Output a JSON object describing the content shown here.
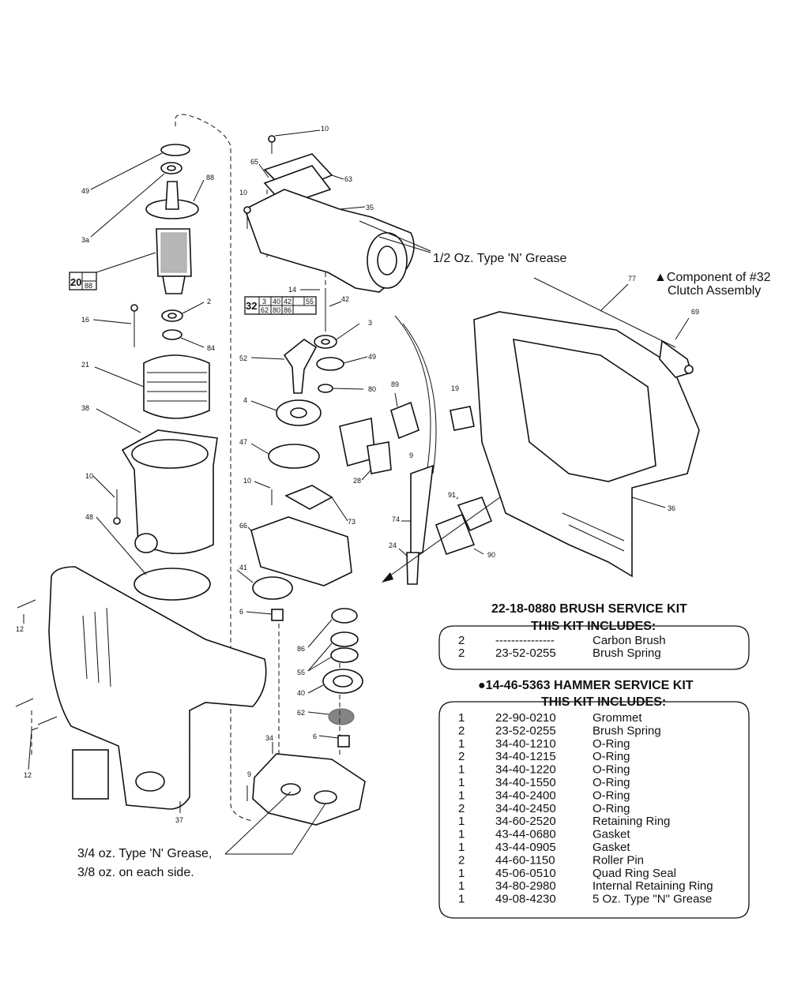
{
  "callouts": {
    "c10a": "10",
    "c63": "63",
    "c65": "65",
    "c35": "35",
    "c10b": "10",
    "c14": "14",
    "c42": "42",
    "c3": "3",
    "c49b": "49",
    "c80": "80",
    "c52": "52",
    "c4": "4",
    "c89": "89",
    "c9": "9",
    "c19": "19",
    "c28": "28",
    "c47": "47",
    "c10c": "10",
    "c73": "73",
    "c66": "66",
    "c74": "74",
    "c91": "91",
    "c90": "90",
    "c24": "24",
    "c41": "41",
    "c6a": "6",
    "c86": "86",
    "c55": "55",
    "c40": "40",
    "c62": "62",
    "c6b": "6",
    "c34": "34",
    "c9b": "9",
    "c49": "49",
    "c3a": "3a",
    "c88": "88",
    "c2": "2",
    "c16": "16",
    "c84": "84",
    "c21": "21",
    "c38": "38",
    "c10d": "10",
    "c48": "48",
    "c12a": "12",
    "c12b": "12",
    "c37": "37",
    "c77": "77",
    "c69": "69",
    "c36": "36"
  },
  "box20": {
    "top": "20",
    "bottom": "88"
  },
  "box32": {
    "main": "32",
    "r1": [
      "3",
      "40",
      "42",
      "55"
    ],
    "r2": [
      "62",
      "80",
      "86"
    ]
  },
  "notes": {
    "grease_half": "1/2 Oz. Type 'N' Grease",
    "component_l1": "▲Component of #32",
    "component_l2": "Clutch Assembly",
    "grease_3q_l1": "3/4 oz. Type 'N' Grease,",
    "grease_3q_l2": "3/8 oz. on each side."
  },
  "brush_kit": {
    "title": "22-18-0880 BRUSH SERVICE KIT",
    "subtitle": "THIS KIT INCLUDES:",
    "rows": [
      {
        "qty": "2",
        "part": "---------------",
        "desc": "Carbon Brush"
      },
      {
        "qty": "2",
        "part": "23-52-0255",
        "desc": "Brush Spring"
      }
    ]
  },
  "hammer_kit": {
    "title": "●14-46-5363 HAMMER SERVICE KIT",
    "subtitle": "THIS KIT INCLUDES:",
    "rows": [
      {
        "qty": "1",
        "part": "22-90-0210",
        "desc": "Grommet"
      },
      {
        "qty": "2",
        "part": "23-52-0255",
        "desc": "Brush Spring"
      },
      {
        "qty": "1",
        "part": "34-40-1210",
        "desc": "O-Ring"
      },
      {
        "qty": "2",
        "part": "34-40-1215",
        "desc": "O-Ring"
      },
      {
        "qty": "1",
        "part": "34-40-1220",
        "desc": "O-Ring"
      },
      {
        "qty": "1",
        "part": "34-40-1550",
        "desc": "O-Ring"
      },
      {
        "qty": "1",
        "part": "34-40-2400",
        "desc": "O-Ring"
      },
      {
        "qty": "2",
        "part": "34-40-2450",
        "desc": "O-Ring"
      },
      {
        "qty": "1",
        "part": "34-60-2520",
        "desc": "Retaining Ring"
      },
      {
        "qty": "1",
        "part": "43-44-0680",
        "desc": "Gasket"
      },
      {
        "qty": "1",
        "part": "43-44-0905",
        "desc": "Gasket"
      },
      {
        "qty": "2",
        "part": "44-60-1150",
        "desc": "Roller Pin"
      },
      {
        "qty": "1",
        "part": "45-06-0510",
        "desc": "Quad Ring Seal"
      },
      {
        "qty": "1",
        "part": "34-80-2980",
        "desc": "Internal Retaining Ring"
      },
      {
        "qty": "1",
        "part": "49-08-4230",
        "desc": "5 Oz. Type \"N\" Grease"
      }
    ]
  }
}
